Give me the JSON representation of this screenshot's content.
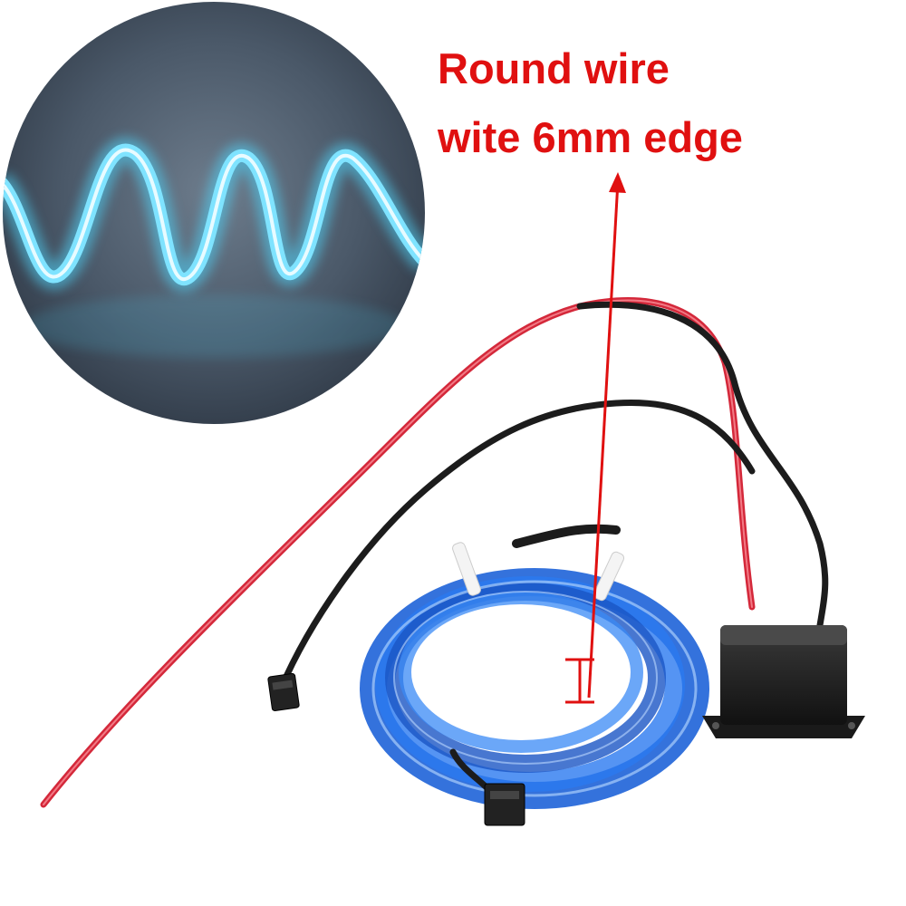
{
  "annotation": {
    "line1": "Round wire",
    "line2": "wite 6mm edge",
    "color": "#e01010"
  },
  "inset": {
    "subject": "glowing el wire close-up",
    "glow_color": "#4fd0f5",
    "background_color": "#3f4a58"
  },
  "product": {
    "wire_color": "#1e63d8",
    "lead_red": "#d4283a",
    "lead_black": "#1c1c1c",
    "inverter_color": "#1a1a1a"
  }
}
